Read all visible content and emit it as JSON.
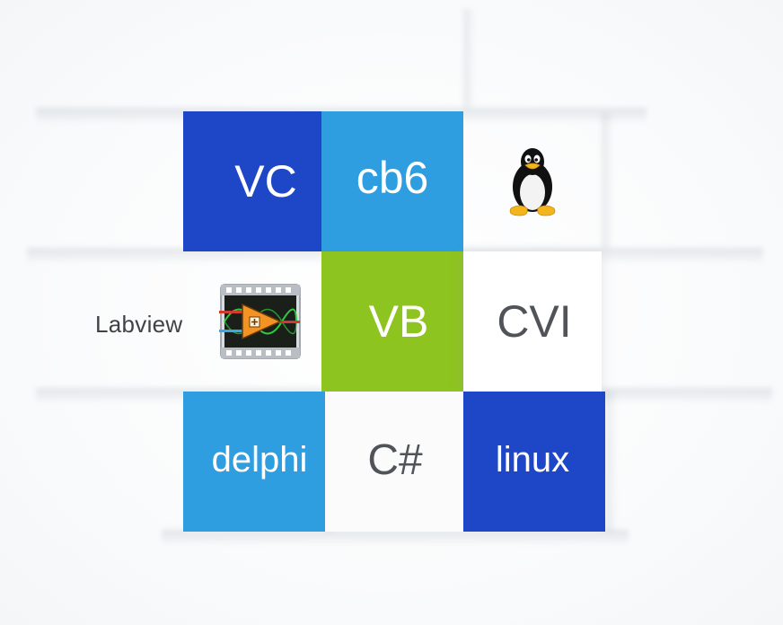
{
  "tiles": {
    "vc": {
      "label": "VC",
      "color": "#1e47c8"
    },
    "cb6": {
      "label": "cb6",
      "color": "#2f9ee1"
    },
    "linux_logo": {
      "icon": "tux-penguin-icon"
    },
    "labview": {
      "label": "Labview",
      "icon": "labview-logo-icon"
    },
    "vb": {
      "label": "VB",
      "color": "#8ec41f"
    },
    "cvi": {
      "label": "CVI"
    },
    "delphi": {
      "label": "delphi",
      "color": "#2f9ee1"
    },
    "csharp": {
      "label": "C#"
    },
    "linux": {
      "label": "linux",
      "color": "#1e47c8"
    }
  }
}
